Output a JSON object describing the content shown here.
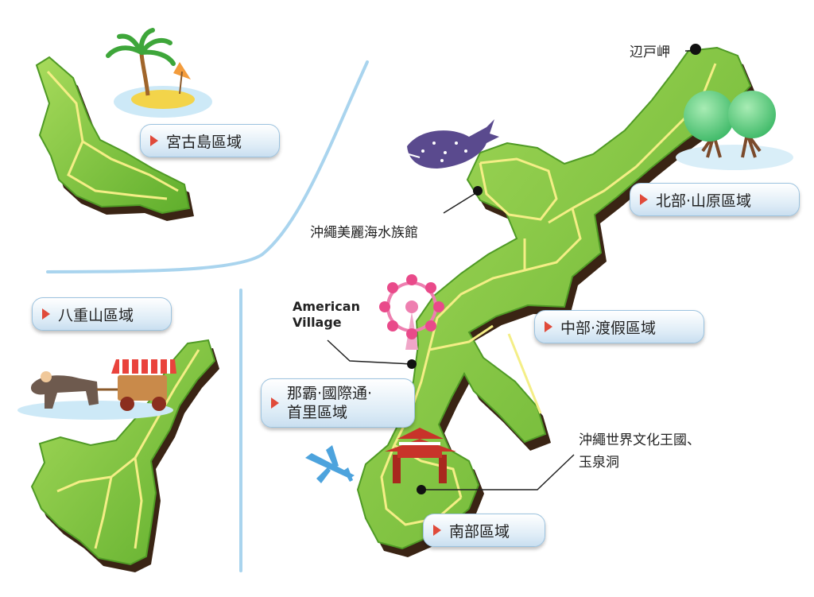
{
  "regions": {
    "miyako": "宮古島區域",
    "yaeyama": "八重山區域",
    "north": "北部‧山原區域",
    "central": "中部‧渡假區域",
    "naha_line1": "那霸‧國際通‧",
    "naha_line2": "首里區域",
    "south": "南部區域"
  },
  "places": {
    "cape_hedo": "辺戸岬",
    "aquarium": "沖繩美麗海水族館",
    "american_village_line1": "American",
    "american_village_line2": "Village",
    "world_line1": "沖繩世界文化王國、",
    "world_line2": "玉泉洞"
  },
  "colors": {
    "land": "#7cc43a",
    "land_light": "#a4d856",
    "land_shadow": "#3a2414",
    "road": "#f4ee86",
    "sea_line": "#a9d4ee",
    "button_arrow": "#e04a3a"
  }
}
